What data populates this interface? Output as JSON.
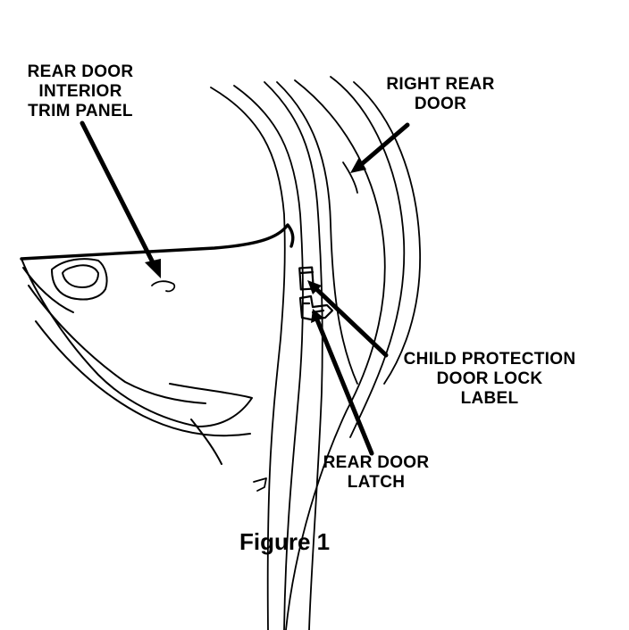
{
  "labels": {
    "trim_panel": [
      "REAR DOOR",
      "INTERIOR",
      "TRIM PANEL"
    ],
    "right_rear_door": [
      "RIGHT REAR",
      "DOOR"
    ],
    "child_lock_label": [
      "CHILD PROTECTION",
      "DOOR LOCK",
      "LABEL"
    ],
    "door_latch": [
      "REAR DOOR",
      "LATCH"
    ]
  },
  "caption": "Figure 1",
  "colors": {
    "ink": "#000000",
    "background": "#ffffff"
  }
}
